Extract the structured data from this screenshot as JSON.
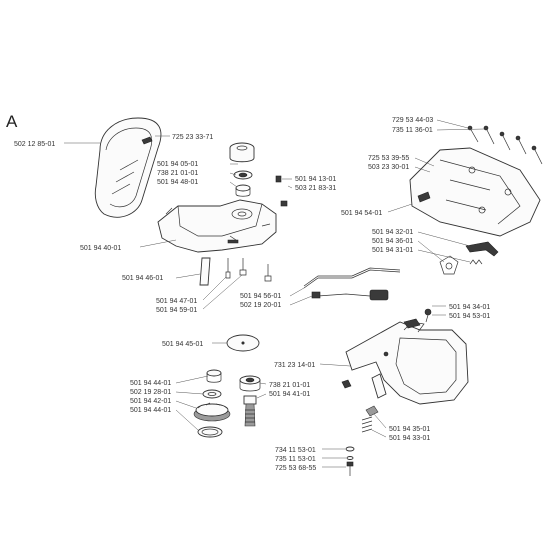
{
  "section_letter": "A",
  "parts": {
    "handle_guard": "502 12 85-01",
    "screw_handle": "725 23 33-71",
    "clutch_drum_a": "501 94 05-01",
    "bearing_a": "738 21 01-01",
    "bushing_a": "501 94 48-01",
    "screw_b1": "501 94 13-01",
    "nut_b1": "503 21 83-31",
    "gear_housing": "501 94 40-01",
    "key_plate": "501 94 46-01",
    "screw_c1": "501 94 47-01",
    "screw_c2": "501 94 59-01",
    "bolt_top1": "729 53 44-03",
    "bolt_top2": "735 11 36-01",
    "screw_d1": "725 53 39-55",
    "screw_d2": "503 23 30-01",
    "cover_plate": "501 94 54-01",
    "lever_1": "501 94 32-01",
    "lever_2": "501 94 36-01",
    "lever_3": "501 94 31-01",
    "wire_1": "501 94 56-01",
    "wire_2": "502 19 20-01",
    "pin_1": "501 94 34-01",
    "pin_2": "501 94 53-01",
    "washer_disc": "501 94 45-01",
    "rear_handle": "731 23 14-01",
    "spacer_1": "501 94 44-01",
    "ring_1": "502 19 28-01",
    "gear_1": "501 94 42-01",
    "gear_2": "501 94 44-01",
    "bearing_b": "738 21 01-01",
    "shaft_b": "501 94 41-01",
    "trigger_1": "501 94 35-01",
    "trigger_2": "501 94 33-01",
    "washer_e1": "734 11 53-01",
    "washer_e2": "735 11 53-01",
    "screw_e3": "725 53 68-55"
  }
}
